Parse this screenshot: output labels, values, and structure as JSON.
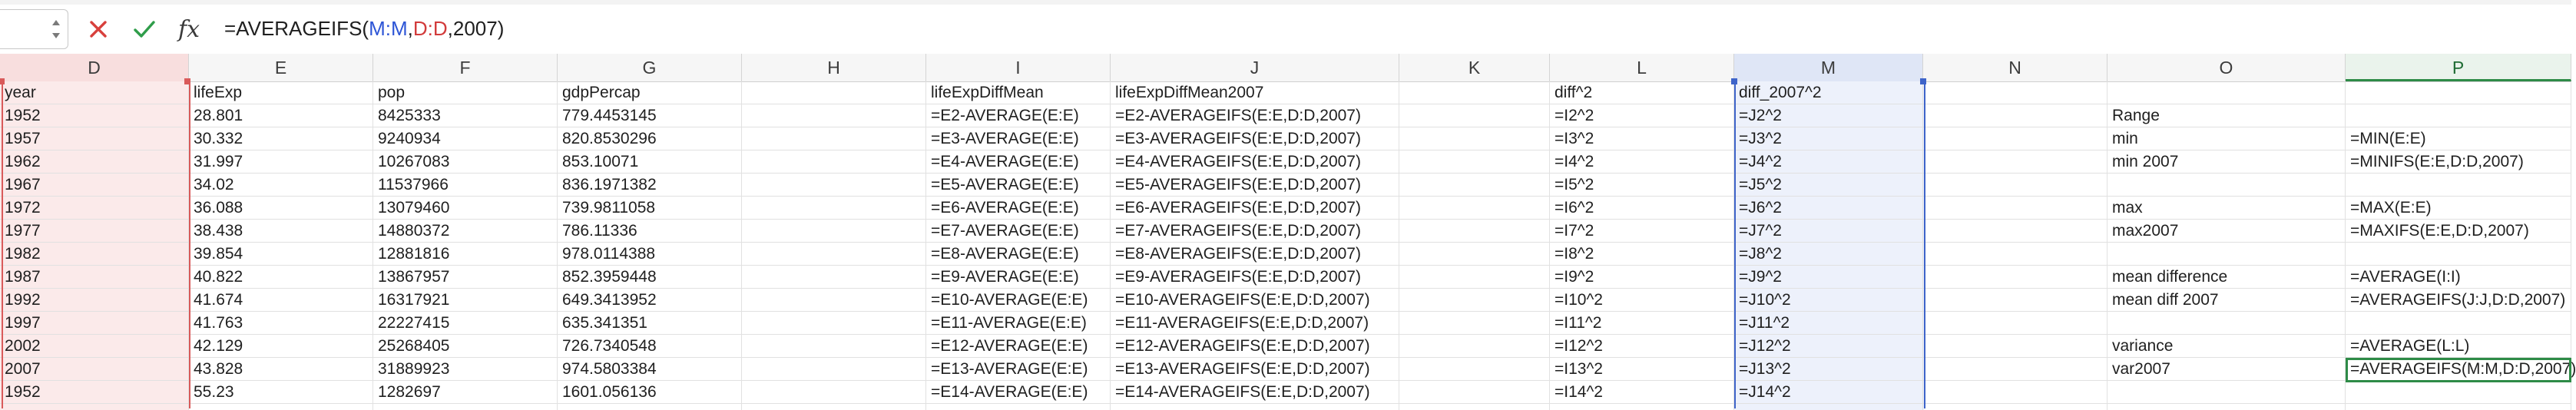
{
  "formula_bar": {
    "cancel_icon": "x-icon",
    "confirm_icon": "check-icon",
    "fx_label": "fx",
    "formula_prefix": "=AVERAGEIFS(",
    "formula_ref1": "M:M",
    "formula_sep1": ",",
    "formula_ref2": "D:D",
    "formula_suffix": ",2007)",
    "ref1_color": "#2d55d6",
    "ref2_color": "#d23b3b"
  },
  "columns": [
    "D",
    "E",
    "F",
    "G",
    "H",
    "I",
    "J",
    "K",
    "L",
    "M",
    "N",
    "O",
    "P"
  ],
  "rows": [
    {
      "D": "year",
      "E": "lifeExp",
      "F": "pop",
      "G": "gdpPercap",
      "I": "lifeExpDiffMean",
      "J": "lifeExpDiffMean2007",
      "L": "diff^2",
      "M": "diff_2007^2",
      "O": "",
      "P": ""
    },
    {
      "D": "1952",
      "E": "28.801",
      "F": "8425333",
      "G": "779.4453145",
      "I": "=E2-AVERAGE(E:E)",
      "J": "=E2-AVERAGEIFS(E:E,D:D,2007)",
      "L": "=I2^2",
      "M": "=J2^2",
      "O": "Range",
      "P": ""
    },
    {
      "D": "1957",
      "E": "30.332",
      "F": "9240934",
      "G": "820.8530296",
      "I": "=E3-AVERAGE(E:E)",
      "J": "=E3-AVERAGEIFS(E:E,D:D,2007)",
      "L": "=I3^2",
      "M": "=J3^2",
      "O": "min",
      "P": "=MIN(E:E)"
    },
    {
      "D": "1962",
      "E": "31.997",
      "F": "10267083",
      "G": "853.10071",
      "I": "=E4-AVERAGE(E:E)",
      "J": "=E4-AVERAGEIFS(E:E,D:D,2007)",
      "L": "=I4^2",
      "M": "=J4^2",
      "O": "min 2007",
      "P": "=MINIFS(E:E,D:D,2007)"
    },
    {
      "D": "1967",
      "E": "34.02",
      "F": "11537966",
      "G": "836.1971382",
      "I": "=E5-AVERAGE(E:E)",
      "J": "=E5-AVERAGEIFS(E:E,D:D,2007)",
      "L": "=I5^2",
      "M": "=J5^2",
      "O": "",
      "P": ""
    },
    {
      "D": "1972",
      "E": "36.088",
      "F": "13079460",
      "G": "739.9811058",
      "I": "=E6-AVERAGE(E:E)",
      "J": "=E6-AVERAGEIFS(E:E,D:D,2007)",
      "L": "=I6^2",
      "M": "=J6^2",
      "O": "max",
      "P": "=MAX(E:E)"
    },
    {
      "D": "1977",
      "E": "38.438",
      "F": "14880372",
      "G": "786.11336",
      "I": "=E7-AVERAGE(E:E)",
      "J": "=E7-AVERAGEIFS(E:E,D:D,2007)",
      "L": "=I7^2",
      "M": "=J7^2",
      "O": "max2007",
      "P": "=MAXIFS(E:E,D:D,2007)"
    },
    {
      "D": "1982",
      "E": "39.854",
      "F": "12881816",
      "G": "978.0114388",
      "I": "=E8-AVERAGE(E:E)",
      "J": "=E8-AVERAGEIFS(E:E,D:D,2007)",
      "L": "=I8^2",
      "M": "=J8^2",
      "O": "",
      "P": ""
    },
    {
      "D": "1987",
      "E": "40.822",
      "F": "13867957",
      "G": "852.3959448",
      "I": "=E9-AVERAGE(E:E)",
      "J": "=E9-AVERAGEIFS(E:E,D:D,2007)",
      "L": "=I9^2",
      "M": "=J9^2",
      "O": "mean difference",
      "P": "=AVERAGE(I:I)"
    },
    {
      "D": "1992",
      "E": "41.674",
      "F": "16317921",
      "G": "649.3413952",
      "I": "=E10-AVERAGE(E:E)",
      "J": "=E10-AVERAGEIFS(E:E,D:D,2007)",
      "L": "=I10^2",
      "M": "=J10^2",
      "O": "mean diff 2007",
      "P": "=AVERAGEIFS(J:J,D:D,2007)"
    },
    {
      "D": "1997",
      "E": "41.763",
      "F": "22227415",
      "G": "635.341351",
      "I": "=E11-AVERAGE(E:E)",
      "J": "=E11-AVERAGEIFS(E:E,D:D,2007)",
      "L": "=I11^2",
      "M": "=J11^2",
      "O": "",
      "P": ""
    },
    {
      "D": "2002",
      "E": "42.129",
      "F": "25268405",
      "G": "726.7340548",
      "I": "=E12-AVERAGE(E:E)",
      "J": "=E12-AVERAGEIFS(E:E,D:D,2007)",
      "L": "=I12^2",
      "M": "=J12^2",
      "O": "variance",
      "P": "=AVERAGE(L:L)"
    },
    {
      "D": "2007",
      "E": "43.828",
      "F": "31889923",
      "G": "974.5803384",
      "I": "=E13-AVERAGE(E:E)",
      "J": "=E13-AVERAGEIFS(E:E,D:D,2007)",
      "L": "=I13^2",
      "M": "=J13^2",
      "O": "var2007",
      "P": "=AVERAGEIFS(M:M,D:D,2007)"
    },
    {
      "D": "1952",
      "E": "55.23",
      "F": "1282697",
      "G": "1601.056136",
      "I": "=E14-AVERAGE(E:E)",
      "J": "=E14-AVERAGEIFS(E:E,D:D,2007)",
      "L": "=I14^2",
      "M": "=J14^2",
      "O": "",
      "P": ""
    }
  ]
}
